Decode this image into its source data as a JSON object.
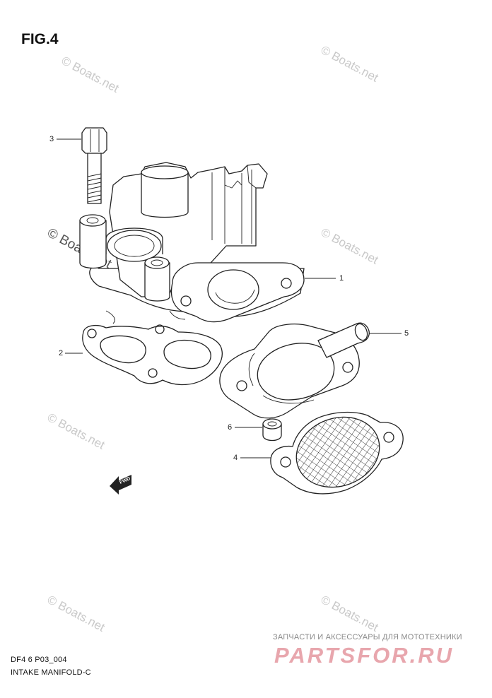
{
  "figure": {
    "title": "FIG.4"
  },
  "callouts": [
    {
      "id": "1",
      "label": "1"
    },
    {
      "id": "2",
      "label": "2"
    },
    {
      "id": "3",
      "label": "3"
    },
    {
      "id": "4",
      "label": "4"
    },
    {
      "id": "5",
      "label": "5"
    },
    {
      "id": "6",
      "label": "6"
    }
  ],
  "watermarks": [
    "© Boats.net",
    "© Boats.net",
    "© Boats.net",
    "© Boats.net",
    "© Boats.net",
    "© Boats.net",
    "© Boats.net"
  ],
  "direction_arrow": {
    "label": "FWD"
  },
  "footer": {
    "diagram_code": "DF4 6 P03_004",
    "section_name": "INTAKE MANIFOLD-C"
  },
  "branding": {
    "tagline": "ЗАПЧАСТИ И АКСЕССУАРЫ ДЛЯ МОТОТЕХНИКИ",
    "logo_text": "PARTSFOR.RU"
  }
}
